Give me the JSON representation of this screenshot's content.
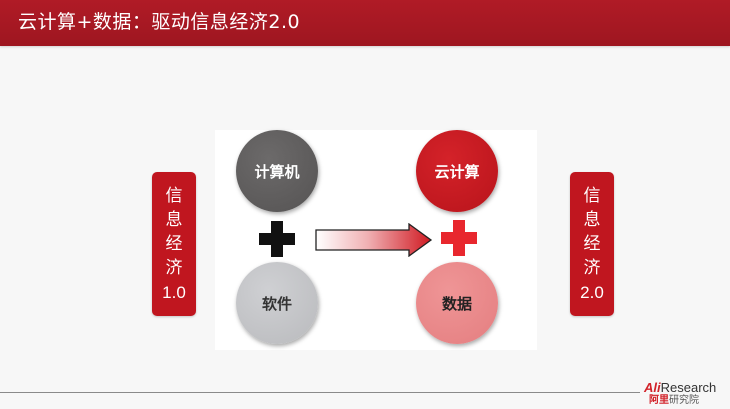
{
  "header": {
    "title": "云计算+数据：驱动信息经济2.0"
  },
  "left_label": {
    "chars": [
      "信",
      "息",
      "经",
      "济"
    ],
    "version": "1.0"
  },
  "right_label": {
    "chars": [
      "信",
      "息",
      "经",
      "济"
    ],
    "version": "2.0"
  },
  "diagram": {
    "left_top": "计算机",
    "left_bottom": "软件",
    "right_top": "云计算",
    "right_bottom": "数据"
  },
  "colors": {
    "header_red": "#a81a23",
    "label_red": "#c0161f",
    "computer_gray": "#5f5d5d",
    "software_gray": "#c4c5c8",
    "cloud_red": "#c8181f",
    "data_pink": "#ea8a8c",
    "plus_black": "#111111",
    "plus_red": "#e8272e"
  },
  "icons": {
    "plus_left": "plus-icon",
    "plus_right": "plus-icon",
    "arrow": "right-arrow-icon"
  },
  "footer": {
    "logo_ali": "Ali",
    "logo_research": "Research",
    "logo_sub_red": "阿里",
    "logo_sub_dark": "研究院"
  }
}
